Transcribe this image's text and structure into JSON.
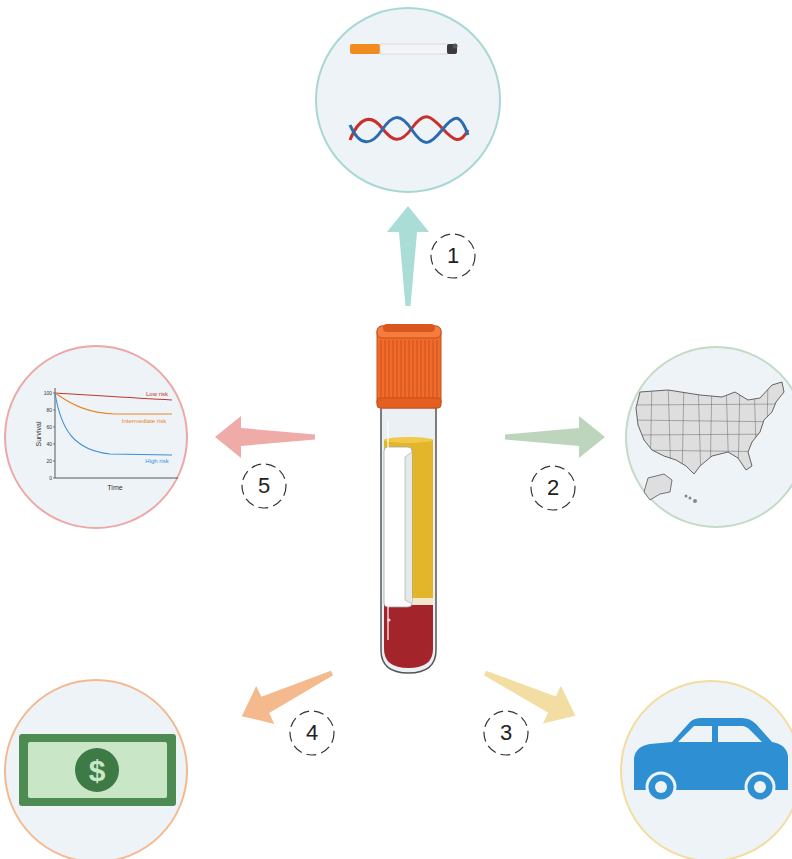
{
  "diagram": {
    "labels": [
      "1",
      "2",
      "3",
      "4",
      "5",
      "Low risk",
      "Intermediate risk",
      "High risk",
      "100",
      "80",
      "60",
      "40",
      "20",
      "0",
      "Survival",
      "Time",
      "$"
    ]
  }
}
